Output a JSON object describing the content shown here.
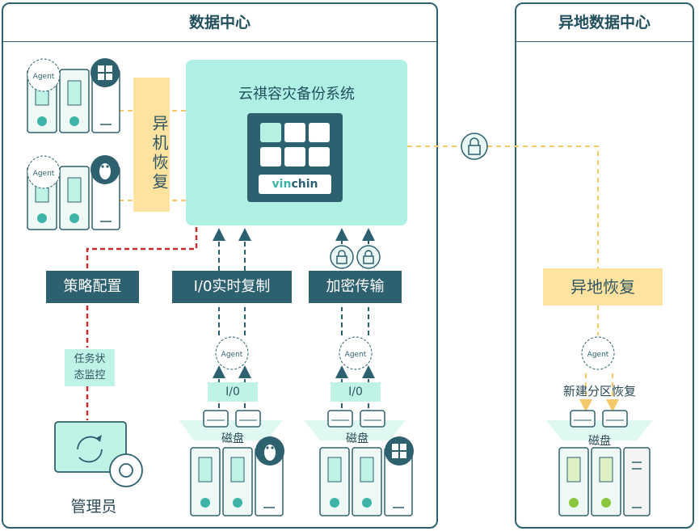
{
  "left_panel": {
    "title": "数据中心"
  },
  "right_panel": {
    "title": "异地数据中心"
  },
  "core": {
    "title": "云祺容灾备份系统",
    "brand_vin": "vin",
    "brand_chin": "chin"
  },
  "recovery": {
    "label": "异机恢复"
  },
  "buttons": {
    "policy": "策略配置",
    "io_copy": "I/0实时复制",
    "encrypt": "加密传输"
  },
  "task_status": {
    "line1": "任务状",
    "line2": "态监控"
  },
  "io_tags": {
    "left": "I/0",
    "right": "I/0"
  },
  "agent_text": "Agent",
  "disk_labels": {
    "left": "磁盘",
    "right": "磁盘",
    "remote": "磁盘"
  },
  "admin": {
    "label": "管理员"
  },
  "remote": {
    "recovery": "异地恢复",
    "partition": "新建分区恢复"
  },
  "colors": {
    "dark": "#2e6170",
    "mint": "#aef0e4",
    "yellow": "#fde2a0",
    "red": "#c43030",
    "teal": "#3cb4a8"
  }
}
